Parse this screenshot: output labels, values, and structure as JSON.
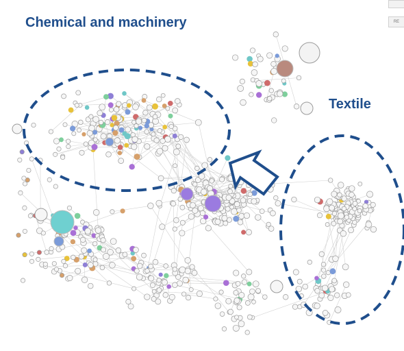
{
  "labels": {
    "chemical": "Chemical and machinery",
    "textile": "Textile"
  },
  "side_tabs": [
    "",
    "RE"
  ],
  "colors": {
    "annotation": "#1f4e8c",
    "edge": "#d2d2d2",
    "node_fill": "#f6f6f6",
    "node_stroke": "#9a9a9a",
    "category_palette": [
      "#a970d6",
      "#7b9bd9",
      "#cf6b6b",
      "#7ecf9c",
      "#e8c23a",
      "#8e7fd6",
      "#6fc7c7",
      "#d6a06b"
    ]
  },
  "highlighted_node_colors": {
    "large_teal": "#6fd0d0",
    "large_purple": "#9b7be0",
    "large_brown": "#b98a7e"
  }
}
